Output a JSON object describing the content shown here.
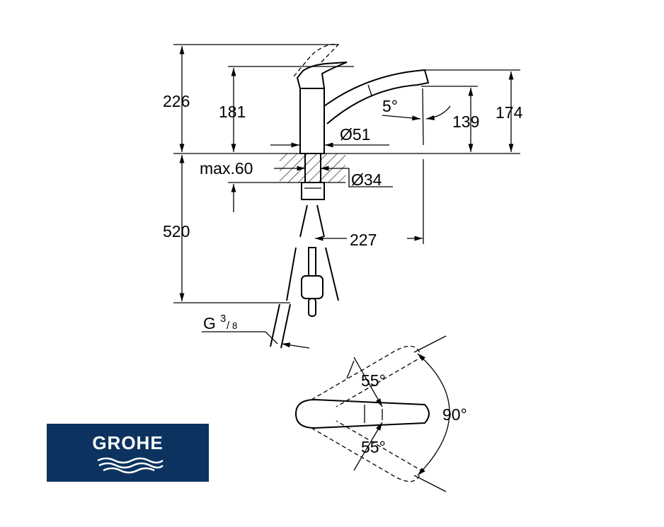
{
  "dimensions": {
    "total_height": "226",
    "handle_height": "181",
    "spout_height": "174",
    "outlet_height": "139",
    "spout_angle": "5°",
    "body_diameter": "Ø51",
    "max_thickness": "max.60",
    "hole_diameter": "Ø34",
    "hose_length": "520",
    "spout_reach": "227",
    "connection": "G",
    "connection_num": "3",
    "connection_den": "8",
    "swivel_left": "55°",
    "swivel_right": "55°",
    "swivel_total": "90°"
  },
  "logo": {
    "text": "GROHE",
    "bg_color": "#0c3360"
  }
}
